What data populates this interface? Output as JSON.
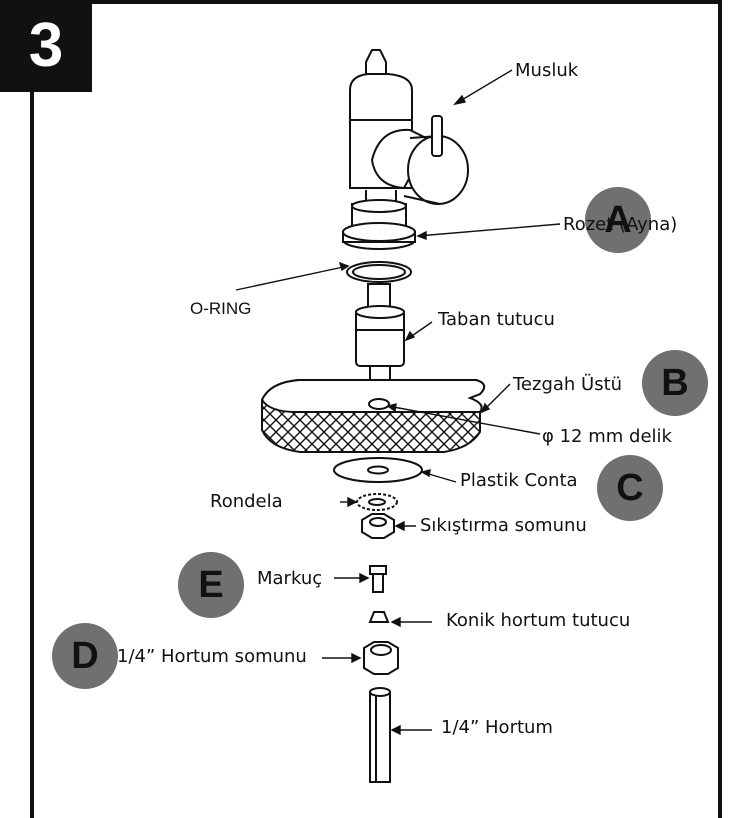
{
  "step_number": "3",
  "badges": {
    "a": "A",
    "b": "B",
    "c": "C",
    "d": "D",
    "e": "E"
  },
  "labels": {
    "musluk": "Musluk",
    "rozet": "Rozet (Ayna)",
    "o_ring": "O-RING",
    "taban_tutucu": "Taban tutucu",
    "tezgah_ustu": "Tezgah Üstü",
    "delik": "φ 12 mm delik",
    "plastik_conta": "Plastik Conta",
    "rondela": "Rondela",
    "sikistirma_somunu": "Sıkıştırma somunu",
    "markuc": "Markuç",
    "konik_hortum_tutucu": "Konik hortum tutucu",
    "hortum_somunu": "1/4” Hortum somunu",
    "hortum": "1/4” Hortum"
  },
  "colors": {
    "badge": "#707070",
    "line": "#111111",
    "step_bg": "#111111"
  }
}
